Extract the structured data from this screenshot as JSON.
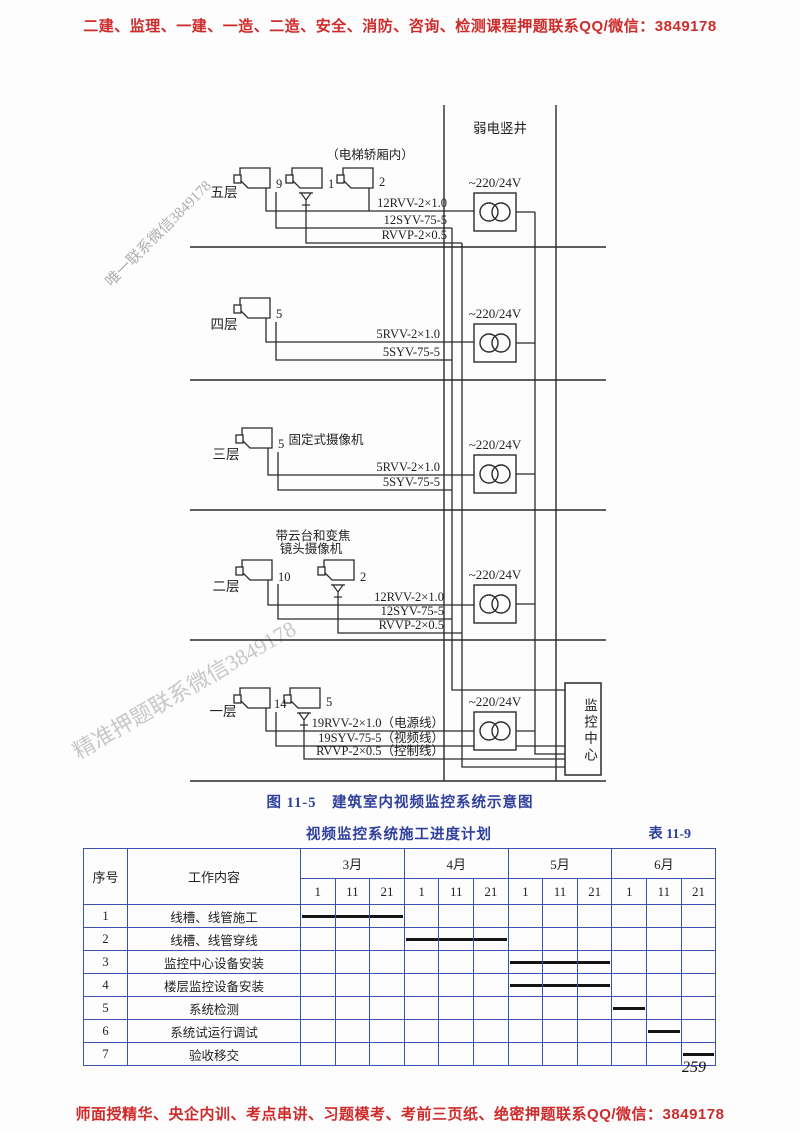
{
  "banners": {
    "top": "二建、监理、一建、一造、二造、安全、消防、咨询、检测课程押题联系QQ/微信：3849178",
    "bottom": "师面授精华、央企内训、考点串讲、习题模考、考前三页纸、绝密押题联系QQ/微信：3849178"
  },
  "watermarks": {
    "wm1": "唯一联系微信3849178",
    "wm2": "精准押题联系微信3849178"
  },
  "page_number": "259",
  "diagram": {
    "caption": "图 11-5　建筑室内视频监控系统示意图",
    "shaft_label": "弱电竖井",
    "transformer_label": "~220/24V",
    "monitor_center": "监控中心",
    "floors": [
      {
        "name": "五层",
        "note": "（电梯轿厢内）",
        "cameras": [
          "9",
          "1",
          "2"
        ],
        "cables": [
          "12RVV-2×1.0",
          "12SYV-75-5",
          "RVVP-2×0.5"
        ]
      },
      {
        "name": "四层",
        "cameras": [
          "5"
        ],
        "cables": [
          "5RVV-2×1.0",
          "5SYV-75-5"
        ]
      },
      {
        "name": "三层",
        "note": "固定式摄像机",
        "cameras": [
          "5"
        ],
        "cables": [
          "5RVV-2×1.0",
          "5SYV-75-5"
        ]
      },
      {
        "name": "二层",
        "note_lines": [
          "带云台和变焦",
          "镜头摄像机"
        ],
        "cameras": [
          "10",
          "2"
        ],
        "cables": [
          "12RVV-2×1.0",
          "12SYV-75-5",
          "RVVP-2×0.5"
        ]
      },
      {
        "name": "一层",
        "cameras": [
          "14",
          "5"
        ],
        "cables": [
          "19RVV-2×1.0（电源线）",
          "19SYV-75-5（视频线）",
          "RVVP-2×0.5（控制线）"
        ]
      }
    ]
  },
  "table": {
    "title": "视频监控系统施工进度计划",
    "table_no": "表 11-9",
    "col_no": "序号",
    "col_work": "工作内容",
    "months": [
      {
        "label": "3月",
        "subs": [
          "1",
          "11",
          "21"
        ]
      },
      {
        "label": "4月",
        "subs": [
          "1",
          "11",
          "21"
        ]
      },
      {
        "label": "5月",
        "subs": [
          "1",
          "11",
          "21"
        ]
      },
      {
        "label": "6月",
        "subs": [
          "1",
          "11",
          "21"
        ]
      }
    ],
    "rows": [
      {
        "no": "1",
        "work": "线槽、线管施工",
        "bar": {
          "start": 0,
          "span": 3
        }
      },
      {
        "no": "2",
        "work": "线槽、线管穿线",
        "bar": {
          "start": 3,
          "span": 3
        }
      },
      {
        "no": "3",
        "work": "监控中心设备安装",
        "bar": {
          "start": 6,
          "span": 3
        }
      },
      {
        "no": "4",
        "work": "楼层监控设备安装",
        "bar": {
          "start": 6,
          "span": 3
        }
      },
      {
        "no": "5",
        "work": "系统检测",
        "bar": {
          "start": 9,
          "span": 1
        }
      },
      {
        "no": "6",
        "work": "系统试运行调试",
        "bar": {
          "start": 10,
          "span": 1
        }
      },
      {
        "no": "7",
        "work": "验收移交",
        "bar": {
          "start": 11,
          "span": 1
        }
      }
    ]
  }
}
